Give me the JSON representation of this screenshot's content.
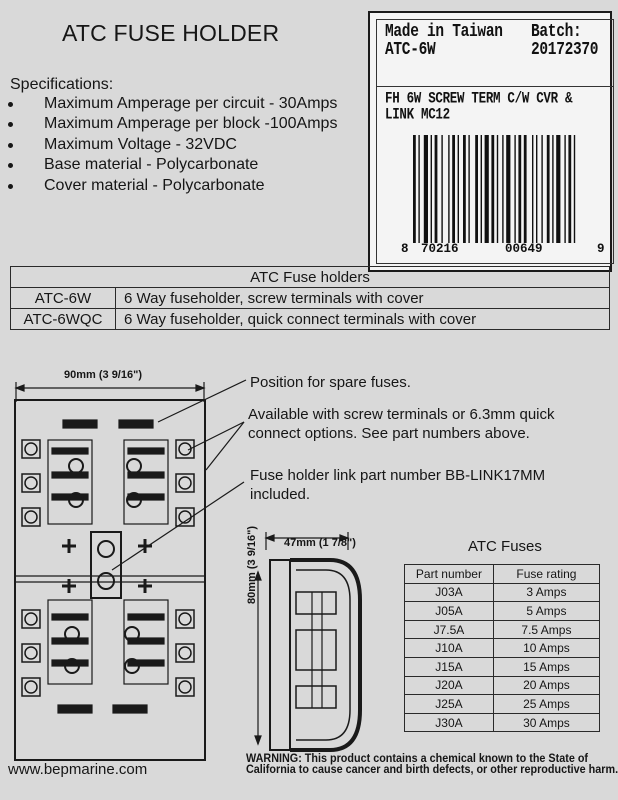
{
  "title": "ATC FUSE HOLDER",
  "specifications": {
    "heading": "Specifications:",
    "items": [
      "Maximum Amperage per circuit - 30Amps",
      "Maximum Amperage per block -100Amps",
      "Maximum Voltage - 32VDC",
      "Base material - Polycarbonate",
      "Cover material - Polycarbonate"
    ]
  },
  "label": {
    "origin": "Made in Taiwan",
    "batch_label": "Batch:",
    "model": "ATC-6W",
    "batch_number": "20172370",
    "description_line1": "FH 6W SCREW TERM C/W CVR &",
    "description_line2": "LINK MC12",
    "barcode_digits": [
      "8",
      "70216",
      "00649",
      "9"
    ]
  },
  "fuse_holders_table": {
    "heading": "ATC Fuse holders",
    "rows": [
      {
        "part": "ATC-6W",
        "description": "6 Way fuseholder, screw terminals with cover"
      },
      {
        "part": "ATC-6WQC",
        "description": "6 Way fuseholder, quick connect terminals with cover"
      }
    ]
  },
  "diagram": {
    "width_label": "90mm (3 9/16\")",
    "side_width_label": "47mm (1 7/8\")",
    "side_height_label": "80mm (3 9/16\")",
    "notes": [
      "Position for spare fuses.",
      "Available with screw terminals or 6.3mm quick connect options. See part numbers above.",
      "Fuse holder link part number BB-LINK17MM included."
    ],
    "note2_line1": "Available with screw terminals or 6.3mm quick",
    "note2_line2": "connect options. See part numbers above.",
    "note3_line1": "Fuse holder link part number BB-LINK17MM",
    "note3_line2": "included."
  },
  "atc_fuses": {
    "title": "ATC Fuses",
    "headers": [
      "Part number",
      "Fuse rating"
    ],
    "rows": [
      [
        "J03A",
        "3 Amps"
      ],
      [
        "J05A",
        "5 Amps"
      ],
      [
        "J7.5A",
        "7.5 Amps"
      ],
      [
        "J10A",
        "10 Amps"
      ],
      [
        "J15A",
        "15 Amps"
      ],
      [
        "J20A",
        "20 Amps"
      ],
      [
        "J25A",
        "25 Amps"
      ],
      [
        "J30A",
        "30 Amps"
      ]
    ]
  },
  "warning_line1": "WARNING:  This product contains a chemical known to the State of",
  "warning_line2": "California to cause cancer and birth defects, or other reproductive harm.",
  "website": "www.bepmarine.com"
}
